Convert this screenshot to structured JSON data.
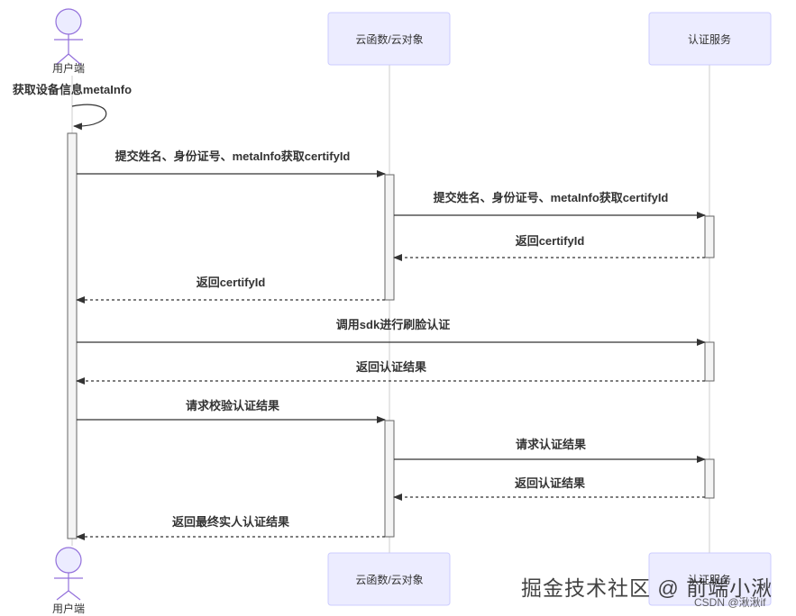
{
  "participants": [
    {
      "id": "user",
      "label": "用户端",
      "type": "actor"
    },
    {
      "id": "cloud",
      "label": "云函数/云对象",
      "type": "box"
    },
    {
      "id": "auth",
      "label": "认证服务",
      "type": "box"
    }
  ],
  "messages": [
    {
      "from": "user",
      "to": "user",
      "label": "获取设备信息metaInfo",
      "style": "solid"
    },
    {
      "from": "user",
      "to": "cloud",
      "label": "提交姓名、身份证号、metaInfo获取certifyId",
      "style": "solid"
    },
    {
      "from": "cloud",
      "to": "auth",
      "label": "提交姓名、身份证号、metaInfo获取certifyId",
      "style": "solid"
    },
    {
      "from": "auth",
      "to": "cloud",
      "label": "返回certifyId",
      "style": "dashed"
    },
    {
      "from": "cloud",
      "to": "user",
      "label": "返回certifyId",
      "style": "dashed"
    },
    {
      "from": "user",
      "to": "auth",
      "label": "调用sdk进行刷脸认证",
      "style": "solid"
    },
    {
      "from": "auth",
      "to": "user",
      "label": "返回认证结果",
      "style": "dashed"
    },
    {
      "from": "user",
      "to": "cloud",
      "label": "请求校验认证结果",
      "style": "solid"
    },
    {
      "from": "cloud",
      "to": "auth",
      "label": "请求认证结果",
      "style": "solid"
    },
    {
      "from": "auth",
      "to": "cloud",
      "label": "返回认证结果",
      "style": "dashed"
    },
    {
      "from": "cloud",
      "to": "user",
      "label": "返回最终实人认证结果",
      "style": "dashed"
    }
  ],
  "watermark": {
    "main": "掘金技术社区 @ 前端小湫",
    "sub": "CSDN @湫湫if"
  },
  "colors": {
    "actor_fill": "#ECECFF",
    "actor_stroke": "#CCCCFF",
    "person_stroke": "#9370DB",
    "line": "#333333",
    "lifeline": "#CCCCCC"
  }
}
